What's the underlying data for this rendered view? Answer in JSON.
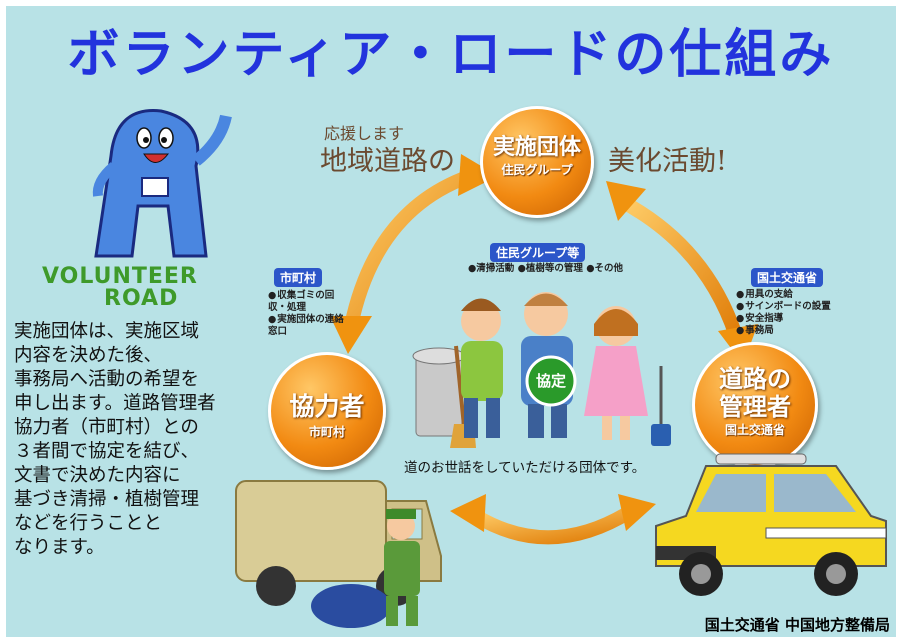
{
  "title": "ボランティア・ロードの仕組み",
  "slogan": {
    "small": "応援します",
    "left": "地域道路の",
    "right": "美化活動!"
  },
  "center_group": {
    "title": "実施団体",
    "subtitle": "住民グループ",
    "tag": "住民グループ等",
    "activities": "●清掃活動 ●植樹等の管理 ●その他"
  },
  "left_group": {
    "title": "協力者",
    "subtitle": "市町村",
    "tag": "市町村",
    "items": [
      "収集ゴミの回収・処理",
      "実施団体の連絡窓口"
    ]
  },
  "right_group": {
    "title_line1": "道路の",
    "title_line2": "管理者",
    "subtitle": "国土交通省",
    "tag": "国土交通省",
    "items": [
      "用具の支給",
      "サインボードの設置",
      "安全指導",
      "事務局"
    ]
  },
  "agreement": "協定",
  "caption": "道のお世話をしていただける団体です。",
  "logo": {
    "line1": "VOLUNTEER",
    "line2": "ROAD"
  },
  "description": [
    "実施団体は、実施区域",
    "内容を決めた後、",
    "事務局へ活動の希望を",
    "申し出ます。道路管理者",
    "協力者（市町村）との",
    "３者間で協定を結び、",
    "文書で決めた内容に",
    "基づき清掃・植樹管理",
    "などを行うことと",
    "なります。"
  ],
  "footer": "国土交通省 中国地方整備局",
  "colors": {
    "background": "#b8e2e6",
    "title": "#2233dd",
    "circle": "#f28a12",
    "logo": "#3e9a2a",
    "tag": "#2c56c9",
    "agreement": "#2a9a2a"
  }
}
